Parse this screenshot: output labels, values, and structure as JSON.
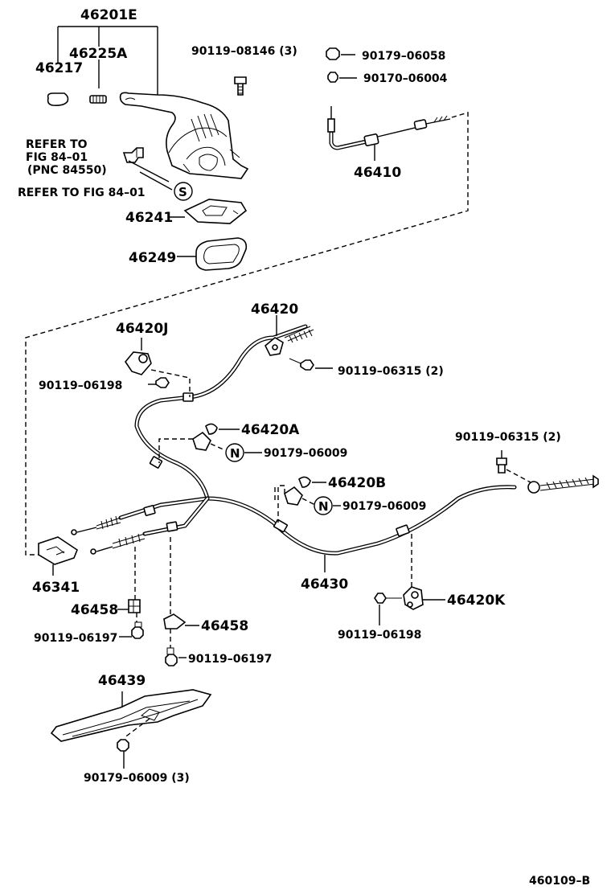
{
  "labels": {
    "p46201E": "46201E",
    "p46225A": "46225A",
    "p46217": "46217",
    "p90119_08146": "90119–08146 (3)",
    "p90179_06058": "90179–06058",
    "p90170_06004": "90170–06004",
    "p46410": "46410",
    "refer_to": "REFER TO",
    "fig_84_01": "FIG 84–01",
    "pnc_84550": "(PNC 84550)",
    "refer_fig": "REFER TO FIG 84–01",
    "p46241": "46241",
    "p46249": "46249",
    "p46420": "46420",
    "p46420J": "46420J",
    "p90119_06315a": "90119–06315 (2)",
    "p90119_06198a": "90119–06198",
    "p46420A": "46420A",
    "p90179_06009a": "90179–06009",
    "p90119_06315b": "90119–06315 (2)",
    "p46420B": "46420B",
    "p90179_06009b": "90179–06009",
    "p46341": "46341",
    "p46430": "46430",
    "p46458a": "46458",
    "p46420K": "46420K",
    "p46458b": "46458",
    "p90119_06197a": "90119–06197",
    "p90119_06198b": "90119–06198",
    "p90119_06197b": "90119–06197",
    "p46439": "46439",
    "p90179_06009c": "90179–06009 (3)",
    "figure_code": "460109–B"
  },
  "symbols": {
    "s": "S",
    "n1": "N",
    "n2": "N"
  }
}
